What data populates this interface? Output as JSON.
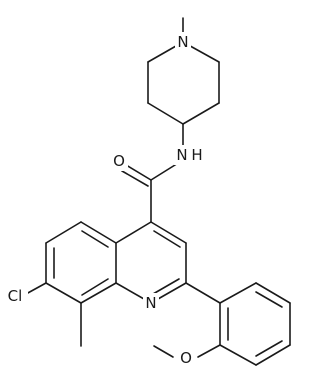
{
  "atoms": {
    "n_piperidine": "N",
    "nh_amide": "N",
    "nh_amide_h": "H",
    "o_carbonyl": "O",
    "n_quinoline": "N",
    "cl": "Cl",
    "o_methoxy": "O"
  },
  "colors": {
    "bond": "#1a1a1a",
    "label": "#1a1a1a",
    "background": "#ffffff"
  }
}
